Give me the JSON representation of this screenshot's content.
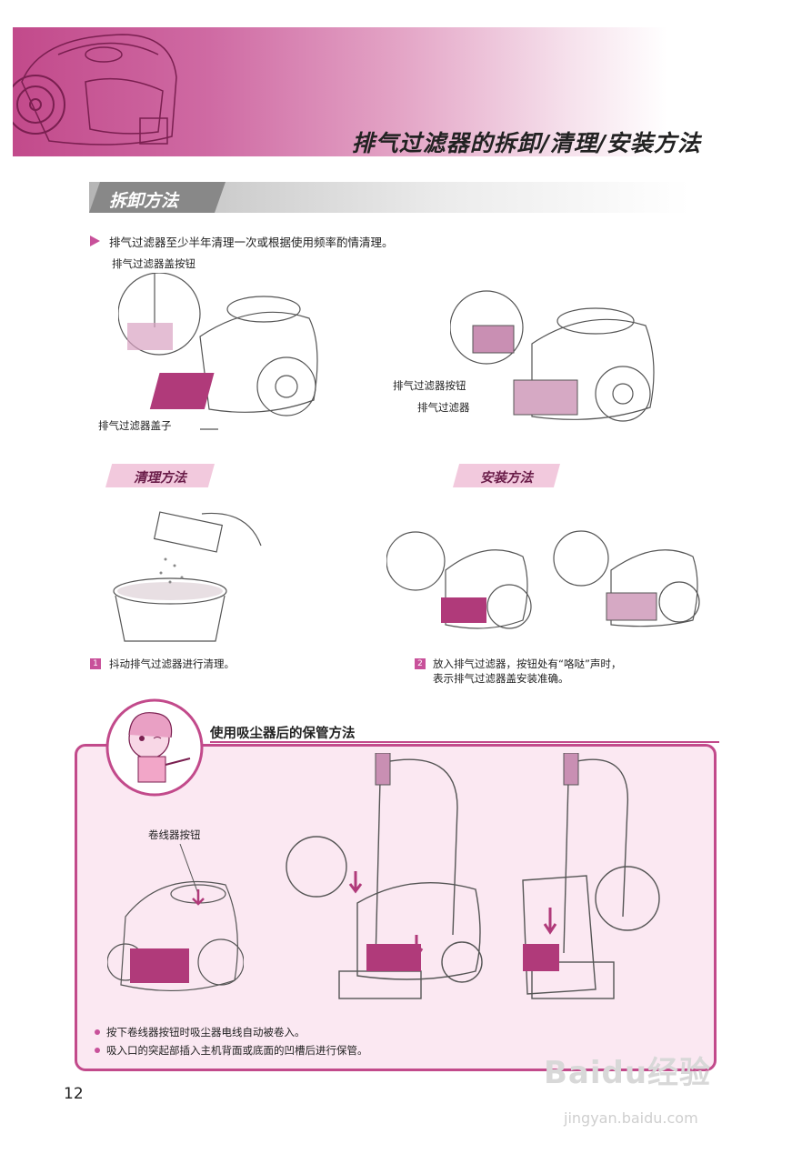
{
  "header": {
    "title": "排气过滤器的拆卸/清理/安装方法"
  },
  "section_remove": {
    "title": "拆卸方法",
    "note": "排气过滤器至少半年清理一次或根据使用频率酌情清理。",
    "fig1_labels": {
      "cover_button": "排气过滤器盖按钮",
      "cover": "排气过滤器盖子"
    },
    "fig2_labels": {
      "filter_button": "排气过滤器按钮",
      "filter": "排气过滤器"
    }
  },
  "section_clean": {
    "title": "清理方法",
    "step_number": "1",
    "step_text": "抖动排气过滤器进行清理。"
  },
  "section_install": {
    "title": "安装方法",
    "step_number": "2",
    "step_text_line1": "放入排气过滤器，按钮处有“咯哒”声时，",
    "step_text_line2": "表示排气过滤器盖安装准确。"
  },
  "storage": {
    "title": "使用吸尘器后的保管方法",
    "reel_button_label": "卷线器按钮",
    "bullets": [
      "按下卷线器按钮时吸尘器电线自动被卷入。",
      "吸入口的突起部插入主机背面或底面的凹槽后进行保管。"
    ]
  },
  "page_number": "12",
  "watermark": {
    "brand": "Baidu经验",
    "url": "jingyan.baidu.com"
  },
  "colors": {
    "accent": "#c24a8b",
    "pink_light": "#fbe8f2",
    "tag_pink": "#f2c9dd"
  }
}
